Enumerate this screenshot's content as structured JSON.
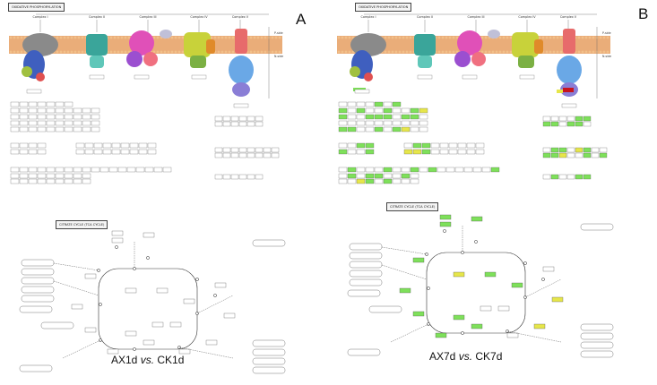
{
  "panels": [
    {
      "letter": "A",
      "oxphos_title": "OXIDATIVE PHOSPHORYLATION",
      "tca_title": "CITRATE CYCLE (TCA CYCLE)",
      "caption_left": "AX1d",
      "caption_vs": "vs.",
      "caption_right": "CK1d",
      "highlight": "none"
    },
    {
      "letter": "B",
      "oxphos_title": "OXIDATIVE PHOSPHORYLATION",
      "tca_title": "CITRATE CYCLE (TCA CYCLE)",
      "caption_left": "AX7d",
      "caption_vs": "vs.",
      "caption_right": "CK7d",
      "highlight": "green-yellow"
    }
  ],
  "complex_labels": [
    "Complex I",
    "Complex II",
    "Complex III",
    "Complex IV",
    "Complex V"
  ],
  "colors": {
    "membrane": "#e8a46a",
    "highlight_green": "#7ee05a",
    "highlight_yellow": "#e6e64a",
    "highlight_red": "#c8141e",
    "box_border": "#555555"
  }
}
